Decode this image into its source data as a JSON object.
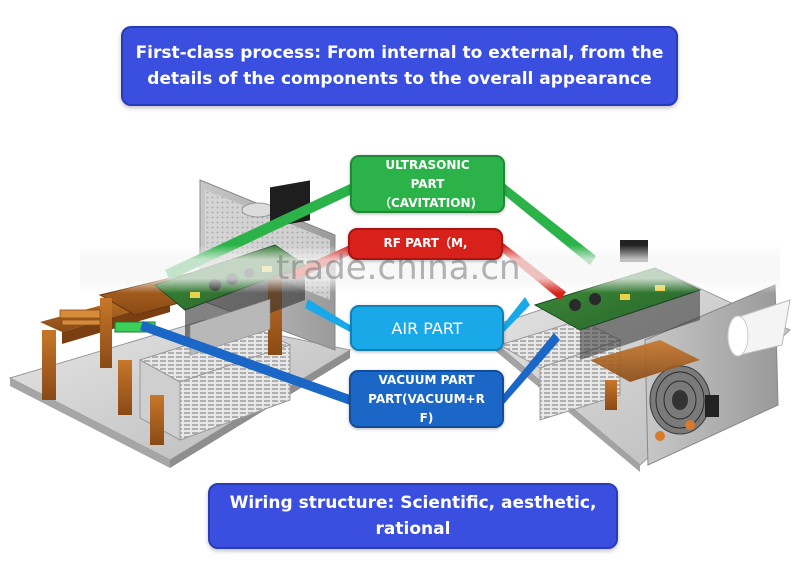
{
  "banners": {
    "top_line1": "First-class process: From internal to external, from the",
    "top_line2": "details of the components to the overall appearance",
    "bottom_line1": "Wiring structure: Scientific, aesthetic,",
    "bottom_line2": "rational"
  },
  "labels": {
    "ultrasonic_line1": "ULTRASONIC",
    "ultrasonic_line2": "PART",
    "ultrasonic_line3": "（CAVITATION)",
    "rf": "RF PART（M,",
    "air": "AIR PART",
    "vacuum_line1": "VACUUM PART",
    "vacuum_line2": "PART(VACUUM+R",
    "vacuum_line3": "F)"
  },
  "watermark": "trade.china.cn",
  "colors": {
    "banner_blue": "#3a4fe0",
    "ultrasonic_green": "#2bb34a",
    "rf_red": "#d9211c",
    "air_blue": "#19a8e8",
    "vacuum_blue": "#1a67c8"
  },
  "icons": {
    "left_device": "machine-internal-illustration",
    "right_device": "machine-external-illustration",
    "fan": "fan-grille-icon"
  }
}
